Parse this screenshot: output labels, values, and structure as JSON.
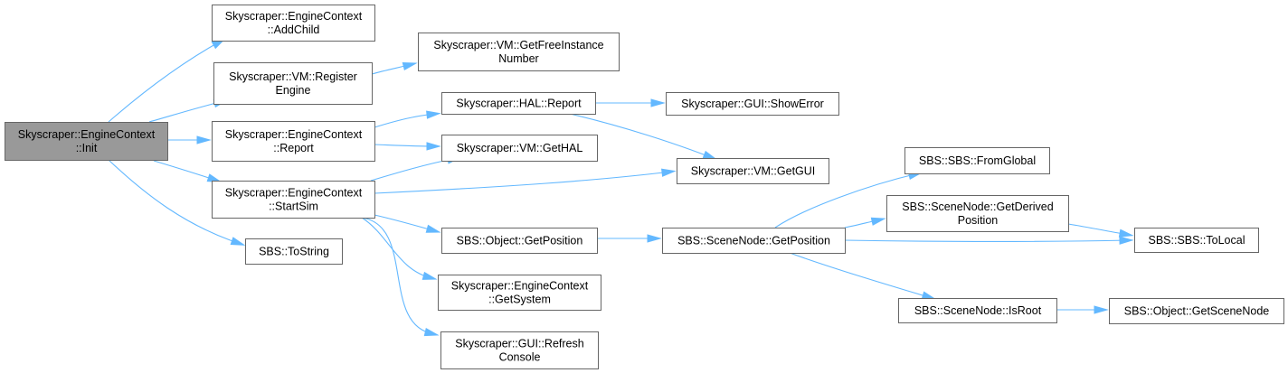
{
  "nodes": [
    {
      "id": "init",
      "lines": [
        "Skyscraper::EngineContext",
        "::Init"
      ],
      "focus": true
    },
    {
      "id": "addchild",
      "lines": [
        "Skyscraper::EngineContext",
        "::AddChild"
      ]
    },
    {
      "id": "regengine",
      "lines": [
        "Skyscraper::VM::Register",
        "Engine"
      ]
    },
    {
      "id": "report",
      "lines": [
        "Skyscraper::EngineContext",
        "::Report"
      ]
    },
    {
      "id": "startsim",
      "lines": [
        "Skyscraper::EngineContext",
        "::StartSim"
      ]
    },
    {
      "id": "tostring",
      "lines": [
        "SBS::ToString"
      ]
    },
    {
      "id": "getfree",
      "lines": [
        "Skyscraper::VM::GetFreeInstance",
        "Number"
      ]
    },
    {
      "id": "halreport",
      "lines": [
        "Skyscraper::HAL::Report"
      ]
    },
    {
      "id": "gethal",
      "lines": [
        "Skyscraper::VM::GetHAL"
      ]
    },
    {
      "id": "objgetpos",
      "lines": [
        "SBS::Object::GetPosition"
      ]
    },
    {
      "id": "getsystem",
      "lines": [
        "Skyscraper::EngineContext",
        "::GetSystem"
      ]
    },
    {
      "id": "refresh",
      "lines": [
        "Skyscraper::GUI::Refresh",
        "Console"
      ]
    },
    {
      "id": "showerror",
      "lines": [
        "Skyscraper::GUI::ShowError"
      ]
    },
    {
      "id": "getgui",
      "lines": [
        "Skyscraper::VM::GetGUI"
      ]
    },
    {
      "id": "sngetpos",
      "lines": [
        "SBS::SceneNode::GetPosition"
      ]
    },
    {
      "id": "fromglobal",
      "lines": [
        "SBS::SBS::FromGlobal"
      ]
    },
    {
      "id": "getderived",
      "lines": [
        "SBS::SceneNode::GetDerived",
        "Position"
      ]
    },
    {
      "id": "isroot",
      "lines": [
        "SBS::SceneNode::IsRoot"
      ]
    },
    {
      "id": "tolocal",
      "lines": [
        "SBS::SBS::ToLocal"
      ]
    },
    {
      "id": "getscenenode",
      "lines": [
        "SBS::Object::GetSceneNode"
      ]
    }
  ],
  "edges": [
    {
      "from": "init",
      "to": "addchild"
    },
    {
      "from": "init",
      "to": "regengine"
    },
    {
      "from": "init",
      "to": "report"
    },
    {
      "from": "init",
      "to": "startsim"
    },
    {
      "from": "init",
      "to": "tostring"
    },
    {
      "from": "regengine",
      "to": "getfree"
    },
    {
      "from": "report",
      "to": "halreport"
    },
    {
      "from": "report",
      "to": "gethal"
    },
    {
      "from": "startsim",
      "to": "gethal"
    },
    {
      "from": "startsim",
      "to": "getgui"
    },
    {
      "from": "startsim",
      "to": "objgetpos"
    },
    {
      "from": "startsim",
      "to": "getsystem"
    },
    {
      "from": "startsim",
      "to": "refresh"
    },
    {
      "from": "halreport",
      "to": "showerror"
    },
    {
      "from": "halreport",
      "to": "getgui"
    },
    {
      "from": "objgetpos",
      "to": "sngetpos"
    },
    {
      "from": "sngetpos",
      "to": "fromglobal"
    },
    {
      "from": "sngetpos",
      "to": "getderived"
    },
    {
      "from": "sngetpos",
      "to": "tolocal"
    },
    {
      "from": "sngetpos",
      "to": "isroot"
    },
    {
      "from": "getderived",
      "to": "tolocal"
    },
    {
      "from": "isroot",
      "to": "getscenenode"
    }
  ]
}
